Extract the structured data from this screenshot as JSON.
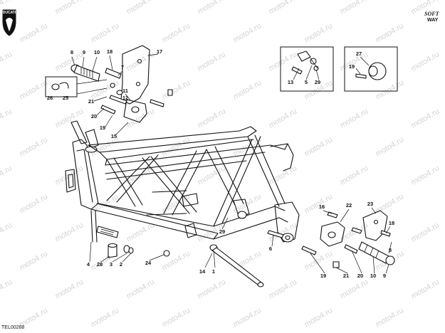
{
  "brand": {
    "logo_text": "DUCATI",
    "soft_text": "SOFT",
    "way_text": "WAY"
  },
  "watermark": "moto4.ru",
  "figure_code": "TEL00268",
  "callouts": [
    "8",
    "9",
    "10",
    "18",
    "7",
    "17",
    "26",
    "25",
    "21",
    "11",
    "12",
    "20",
    "19",
    "15",
    "13",
    "5",
    "29",
    "27",
    "19",
    "16",
    "22",
    "23",
    "18",
    "6",
    "29",
    "4",
    "28",
    "3",
    "2",
    "24",
    "1",
    "14",
    "19",
    "21",
    "20",
    "10",
    "9",
    "8"
  ]
}
